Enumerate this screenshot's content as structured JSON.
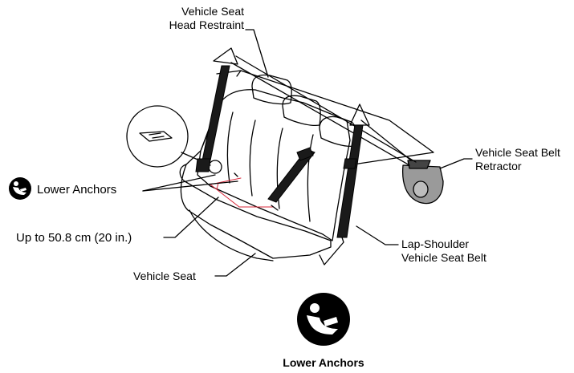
{
  "labels": {
    "head_restraint_line1": "Vehicle Seat",
    "head_restraint_line2": "Head Restraint",
    "retractor_line1": "Vehicle Seat Belt",
    "retractor_line2": "Retractor",
    "lower_anchors": "Lower Anchors",
    "distance": "Up to 50.8 cm (20 in.)",
    "lap_shoulder_line1": "Lap-Shoulder",
    "lap_shoulder_line2": "Vehicle Seat Belt",
    "vehicle_seat": "Vehicle Seat",
    "icon_caption": "Lower Anchors"
  },
  "icons": {
    "lower_anchors_small": "lower-anchors-icon",
    "lower_anchors_large": "lower-anchors-icon"
  },
  "colors": {
    "line": "#000000",
    "measurement": "#d8283a",
    "retractor_fill": "#9a9a9a",
    "belt_fill": "#1a1a1a",
    "icon_bg": "#000000"
  }
}
